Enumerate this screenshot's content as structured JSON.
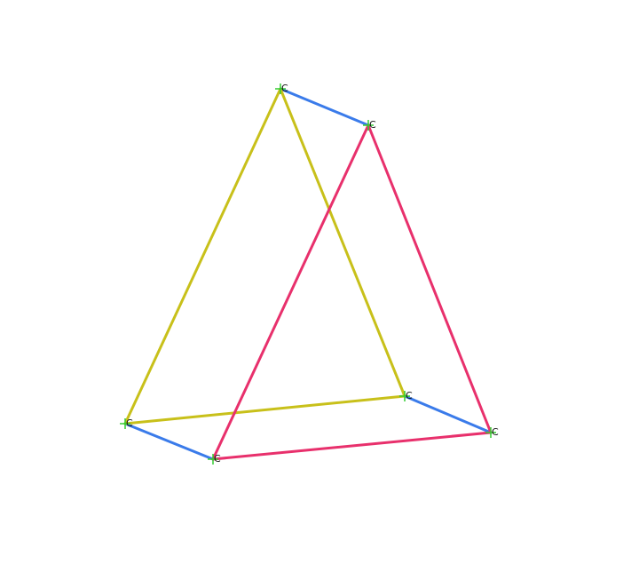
{
  "diagram": {
    "type": "triangular-prism-wireframe",
    "colors": {
      "front_face": "#c8c01a",
      "back_face": "#e8306c",
      "connector": "#3a7bea",
      "vertex_marker": "#33cc33",
      "label": "#111111"
    },
    "vertex_label_text": "C",
    "vertices": [
      {
        "id": "v1",
        "label": "C"
      },
      {
        "id": "v2",
        "label": "C"
      },
      {
        "id": "v3",
        "label": "C"
      },
      {
        "id": "v4",
        "label": "C"
      },
      {
        "id": "v5",
        "label": "C"
      },
      {
        "id": "v6",
        "label": "C"
      }
    ],
    "edges": [
      {
        "from": "v1",
        "to": "v3",
        "group": "front_face"
      },
      {
        "from": "v1",
        "to": "v5",
        "group": "front_face"
      },
      {
        "from": "v3",
        "to": "v5",
        "group": "front_face"
      },
      {
        "from": "v2",
        "to": "v4",
        "group": "back_face"
      },
      {
        "from": "v2",
        "to": "v6",
        "group": "back_face"
      },
      {
        "from": "v4",
        "to": "v6",
        "group": "back_face"
      },
      {
        "from": "v1",
        "to": "v2",
        "group": "connector"
      },
      {
        "from": "v3",
        "to": "v4",
        "group": "connector"
      },
      {
        "from": "v5",
        "to": "v6",
        "group": "connector"
      }
    ]
  }
}
